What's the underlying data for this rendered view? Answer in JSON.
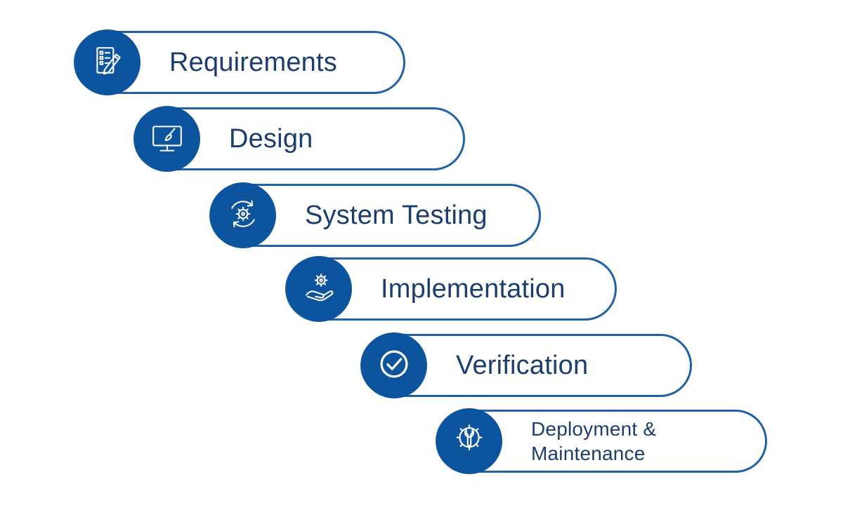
{
  "diagram": {
    "name": "waterfall-model-steps",
    "steps": [
      {
        "label": "Requirements",
        "icon": "checklist-pencil-icon"
      },
      {
        "label": "Design",
        "icon": "monitor-paintbrush-icon"
      },
      {
        "label": "System Testing",
        "icon": "process-cycle-gear-icon"
      },
      {
        "label": "Implementation",
        "icon": "hand-gear-icon"
      },
      {
        "label": "Verification",
        "icon": "check-circle-icon"
      },
      {
        "label": "Deployment & Maintenance",
        "icon": "gear-wrench-icon"
      }
    ]
  },
  "colors": {
    "circle_fill": "#0d549e",
    "pill_border": "#2161a6",
    "label_text": "#1c3e6f",
    "icon_color": "#ffffff",
    "background": "#ffffff"
  }
}
